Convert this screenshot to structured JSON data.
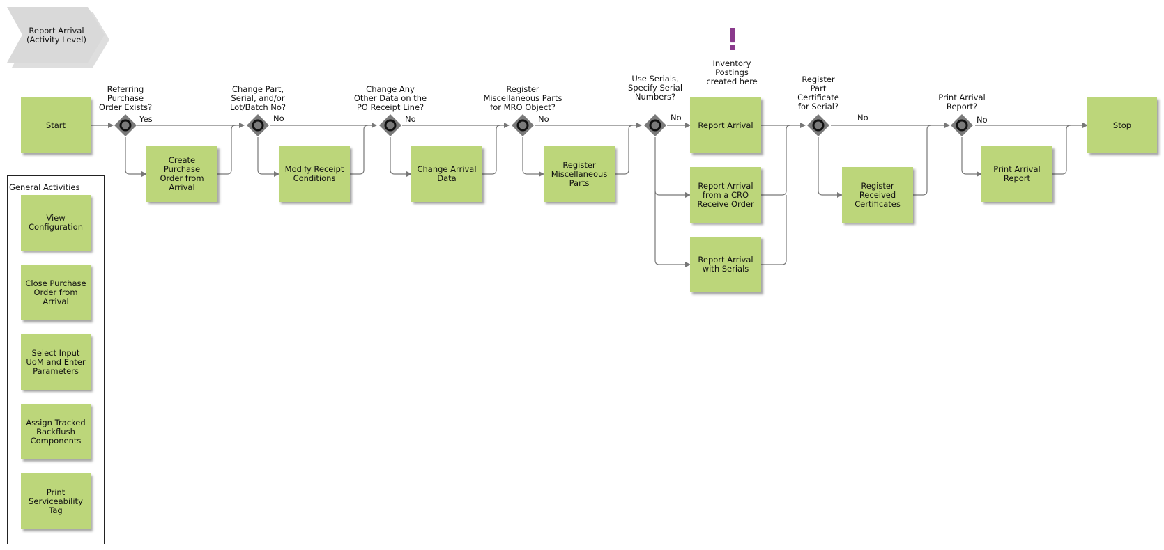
{
  "title": {
    "text": "Report Arrival\n(Activity Level)"
  },
  "activities": {
    "start": "Start",
    "create_po": "Create Purchase\nOrder from\nArrival",
    "modify_receipt": "Modify Receipt\nConditions",
    "change_arrival": "Change Arrival\nData",
    "register_misc": "Register\nMiscellaneous\nParts",
    "report_arrival": "Report Arrival",
    "report_arrival_cro": "Report Arrival\nfrom a CRO\nReceive Order",
    "report_arrival_serials": "Report Arrival\nwith Serials",
    "register_certs": "Register\nReceived\nCertificates",
    "print_report": "Print Arrival\nReport",
    "stop": "Stop"
  },
  "gateways": {
    "g1": "Referring\nPurchase\nOrder Exists?",
    "g2": "Change Part,\nSerial, and/or\nLot/Batch No?",
    "g3": "Change Any\nOther Data on the\nPO Receipt Line?",
    "g4": "Register\nMiscellaneous Parts\nfor MRO Object?",
    "g5": "Use Serials,\nSpecify Serial\nNumbers?",
    "g6": "Register\nPart\nCertificate\nfor Serial?",
    "g7": "Print Arrival\nReport?"
  },
  "edge_labels": {
    "g1": "Yes",
    "g2": "No",
    "g3": "No",
    "g4": "No",
    "g5": "No",
    "g6": "No",
    "g7": "No"
  },
  "annotation": {
    "text": "Inventory\nPostings\ncreated here",
    "icon": "exclamation-icon",
    "color": "#8a3a8c"
  },
  "general": {
    "title": "General Activities",
    "items": [
      "View\nConfiguration",
      "Close Purchase\nOrder from\nArrival",
      "Select Input\nUoM and Enter\nParameters",
      "Assign Tracked\nBackflush\nComponents",
      "Print\nServiceability\nTag"
    ]
  },
  "colors": {
    "activity": "#bcd67a",
    "gateway": "#7a7a7a",
    "line": "#777777",
    "title_shape": "#d9d9d9"
  }
}
